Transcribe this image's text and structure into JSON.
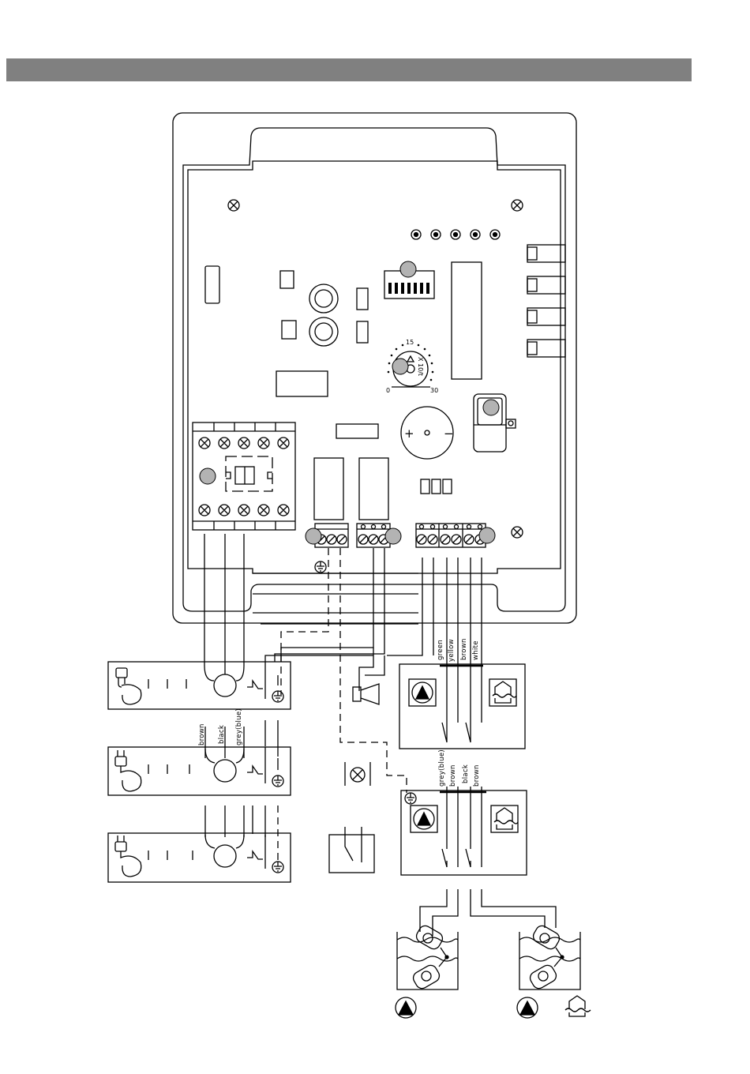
{
  "colors": {
    "header": "#808080",
    "line": "#000000",
    "callout": "#b3b3b3",
    "background": "#ffffff"
  },
  "dial": {
    "mark_top": "15",
    "mark_left": "0",
    "mark_right": "30",
    "face_text": "X 10/t"
  },
  "buzzer": {
    "plus": "+",
    "minus": "−"
  },
  "sensor_wires": [
    "green",
    "yellow",
    "brown",
    "white"
  ],
  "pump1_wires": [
    "brown",
    "black",
    "grey(blue)"
  ],
  "float_wires": [
    "grey(blue)",
    "brown",
    "black",
    "brown"
  ],
  "icons": [
    "plug-icon",
    "motor-icon",
    "thermal-switch-icon",
    "ground-icon",
    "horn-icon",
    "lamp-icon",
    "pump-icon",
    "house-flood-icon",
    "float-switch-icon"
  ]
}
